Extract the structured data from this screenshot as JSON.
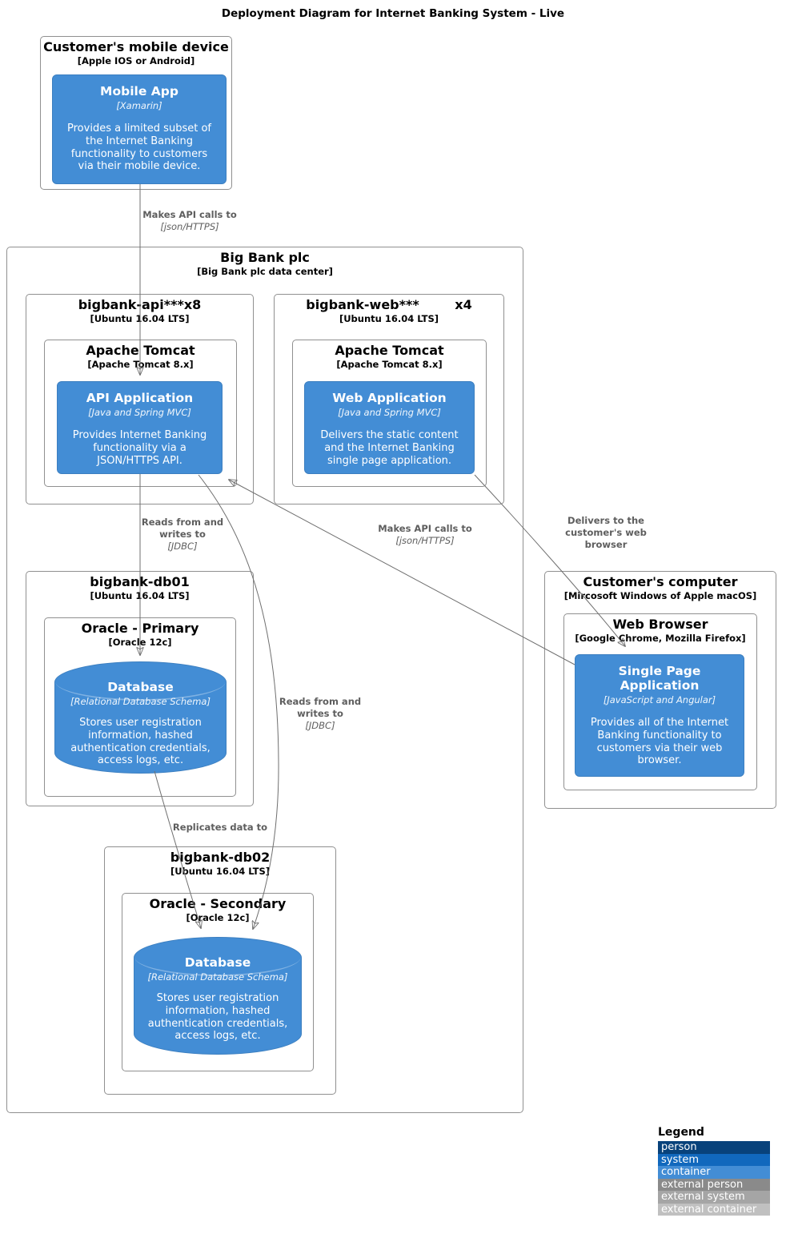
{
  "title": "Deployment Diagram for Internet Banking System - Live",
  "colors": {
    "container_fill": "#438DD5",
    "container_border": "#3C7FC0",
    "person": "#08427B",
    "system": "#1168BD",
    "external_person": "#8A8A8A",
    "external_system": "#A5A5A5",
    "external_container": "#C0C0C0",
    "edge": "#6F6F6F",
    "edge_label": "#5E5E5E"
  },
  "nodes": {
    "mobileDevice": {
      "title": "Customer's mobile device",
      "sub": "[Apple IOS or Android]"
    },
    "mobileApp": {
      "title": "Mobile App",
      "tech": "[Xamarin]",
      "desc": "Provides a limited subset of\nthe Internet Banking\nfunctionality to customers\nvia their mobile device."
    },
    "bigBank": {
      "title": "Big Bank plc",
      "sub": "[Big Bank plc data center]"
    },
    "apiNode": {
      "title": "bigbank-api***x8",
      "sub": "[Ubuntu 16.04 LTS]"
    },
    "apiTomcat": {
      "title": "Apache Tomcat",
      "sub": "[Apache Tomcat 8.x]"
    },
    "apiApp": {
      "title": "API Application",
      "tech": "[Java and Spring MVC]",
      "desc": "Provides Internet Banking\nfunctionality via a\nJSON/HTTPS API."
    },
    "webNode": {
      "title": "bigbank-web***        x4",
      "sub": "[Ubuntu 16.04 LTS]"
    },
    "webTomcat": {
      "title": "Apache Tomcat",
      "sub": "[Apache Tomcat 8.x]"
    },
    "webApp": {
      "title": "Web Application",
      "tech": "[Java and Spring MVC]",
      "desc": "Delivers the static content\nand the Internet Banking\nsingle page application."
    },
    "db01": {
      "title": "bigbank-db01",
      "sub": "[Ubuntu 16.04 LTS]"
    },
    "oraclePrimary": {
      "title": "Oracle - Primary",
      "sub": "[Oracle 12c]"
    },
    "dbPrimary": {
      "title": "Database",
      "tech": "[Relational Database Schema]",
      "desc": "Stores user registration\ninformation, hashed\nauthentication credentials,\naccess logs, etc."
    },
    "db02": {
      "title": "bigbank-db02",
      "sub": "[Ubuntu 16.04 LTS]"
    },
    "oracleSecondary": {
      "title": "Oracle - Secondary",
      "sub": "[Oracle 12c]"
    },
    "dbSecondary": {
      "title": "Database",
      "tech": "[Relational Database Schema]",
      "desc": "Stores user registration\ninformation, hashed\nauthentication credentials,\naccess logs, etc."
    },
    "customerComputer": {
      "title": "Customer's computer",
      "sub": "[Mircosoft Windows of Apple macOS]"
    },
    "webBrowser": {
      "title": "Web Browser",
      "sub": "[Google Chrome, Mozilla Firefox]"
    },
    "spa": {
      "title": "Single Page\nApplication",
      "tech": "[JavaScript and Angular]",
      "desc": "Provides all of the Internet\nBanking functionality to\ncustomers via their web\nbrowser."
    }
  },
  "edges": {
    "mobileToApi": {
      "label": "Makes API calls to",
      "tech": "[json/HTTPS]"
    },
    "apiToDb1": {
      "label": "Reads from and\nwrites to",
      "tech": "[JDBC]"
    },
    "apiToDb2": {
      "label": "Reads from and\nwrites to",
      "tech": "[JDBC]"
    },
    "db1ToDb2": {
      "label": "Replicates data to",
      "tech": ""
    },
    "webToSpa": {
      "label": "Delivers to the\ncustomer's web\nbrowser",
      "tech": ""
    },
    "spaToApi": {
      "label": "Makes API calls to",
      "tech": "[json/HTTPS]"
    }
  },
  "legend": {
    "title": "Legend",
    "items": [
      {
        "label": "person",
        "color": "#08427B"
      },
      {
        "label": "system",
        "color": "#1168BD"
      },
      {
        "label": "container",
        "color": "#438DD5"
      },
      {
        "label": "external person",
        "color": "#8A8A8A"
      },
      {
        "label": "external system",
        "color": "#A5A5A5"
      },
      {
        "label": "external container",
        "color": "#C0C0C0"
      }
    ]
  }
}
